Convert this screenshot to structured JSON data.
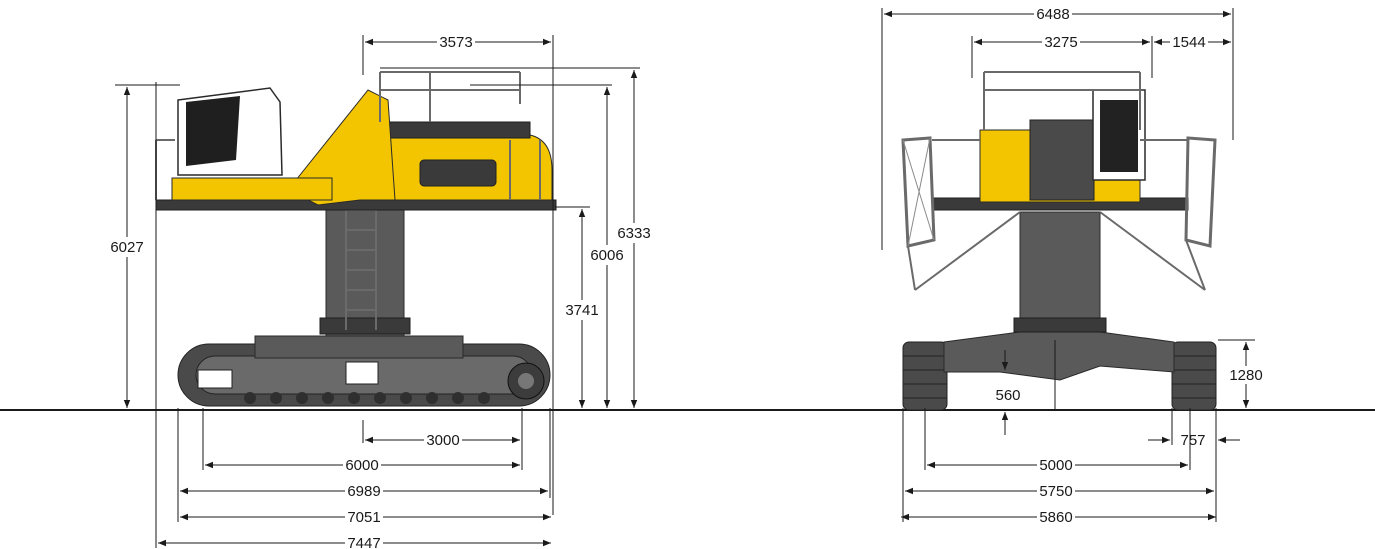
{
  "diagram": {
    "side_view": {
      "dimensions": {
        "top_width": "3573",
        "cab_height": "6027",
        "rail_height": "6006",
        "total_height": "6333",
        "platform_height": "3741",
        "track_rear": "3000",
        "tumbler_distance": "6000",
        "track_length": "6989",
        "overall_length_a": "7051",
        "overall_length_b": "7447"
      }
    },
    "front_view": {
      "dimensions": {
        "overall_width": "6488",
        "platform_width": "3275",
        "side_overhang": "1544",
        "undercarriage_height": "1280",
        "ground_clearance": "560",
        "track_shoe_width": "757",
        "track_gauge": "5000",
        "track_width_a": "5750",
        "track_width_b": "5860"
      }
    },
    "colors": {
      "machine_yellow": "#f2c500",
      "machine_grey": "#5a5a5a",
      "line": "#1a1a1a"
    }
  }
}
